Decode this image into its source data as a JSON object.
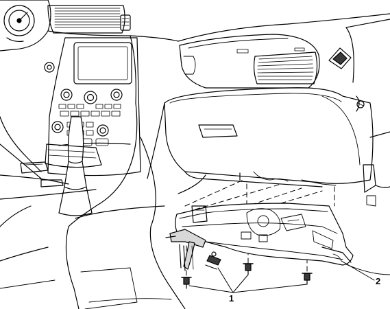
{
  "callouts": [
    {
      "id": "1",
      "text": "1"
    },
    {
      "id": "2",
      "text": "2"
    }
  ],
  "colors": {
    "line": "#000000",
    "fill": "#ffffff",
    "shade": "#d8d8d8",
    "dark": "#3a3a3a"
  }
}
